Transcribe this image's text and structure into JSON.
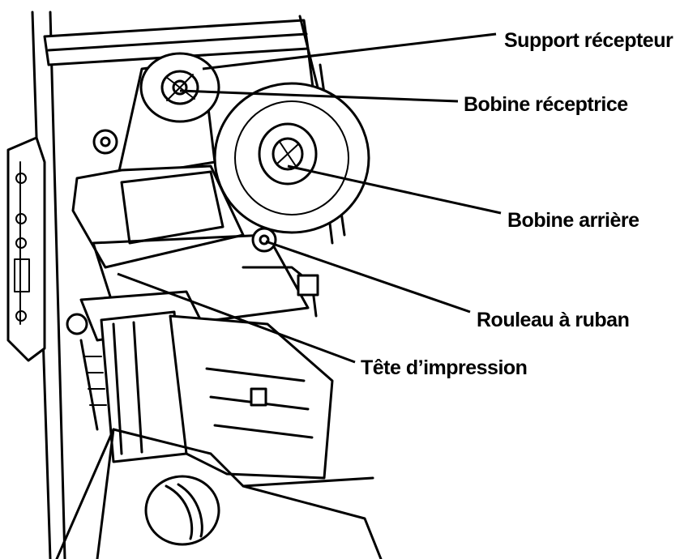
{
  "labels": {
    "support_recepteur": "Support récepteur",
    "bobine_receptrice": "Bobine réceptrice",
    "bobine_arriere": "Bobine arrière",
    "rouleau_ruban": "Rouleau à ruban",
    "tete_impression": "Tête d’impression"
  },
  "colors": {
    "ink": "#000000",
    "background": "#ffffff"
  }
}
